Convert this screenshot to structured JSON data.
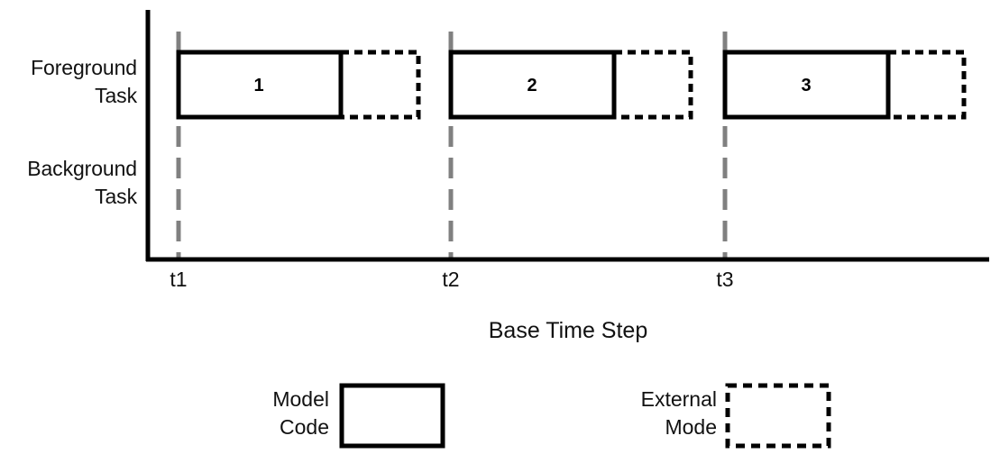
{
  "figure": {
    "type": "timing-diagram",
    "title_x_axis": "Base Time Step",
    "background_color": "#ffffff",
    "stroke_color": "#000000",
    "gridline_color": "#808080"
  },
  "y_axis": {
    "rows": [
      {
        "id": "foreground",
        "label": "Foreground\nTask"
      },
      {
        "id": "background",
        "label": "Background\nTask"
      }
    ]
  },
  "x_axis": {
    "title": "Base Time Step",
    "ticks": [
      {
        "id": "t1",
        "label": "t1",
        "x": 198
      },
      {
        "id": "t2",
        "label": "t2",
        "x": 500
      },
      {
        "id": "t3",
        "label": "t3",
        "x": 804
      }
    ]
  },
  "tasks": [
    {
      "id": "task-1",
      "row": "foreground",
      "number": "1",
      "model_code": {
        "start": 198,
        "end": 378
      },
      "external_mode": {
        "start": 378,
        "end": 464
      }
    },
    {
      "id": "task-2",
      "row": "foreground",
      "number": "2",
      "model_code": {
        "start": 500,
        "end": 681
      },
      "external_mode": {
        "start": 681,
        "end": 766
      }
    },
    {
      "id": "task-3",
      "row": "foreground",
      "number": "3",
      "model_code": {
        "start": 804,
        "end": 985
      },
      "external_mode": {
        "start": 985,
        "end": 1069
      }
    }
  ],
  "legend": {
    "items": [
      {
        "id": "model-code",
        "label": "Model\nCode",
        "style": "solid"
      },
      {
        "id": "external-mode",
        "label": "External\nMode",
        "style": "dashed"
      }
    ]
  },
  "chart_data": {
    "type": "bar",
    "title": "",
    "xlabel": "Base Time Step",
    "ylabel": "",
    "categories": [
      "t1",
      "t2",
      "t3"
    ],
    "series": [
      {
        "name": "Model Code",
        "values": [
          180,
          181,
          181
        ]
      },
      {
        "name": "External Mode",
        "values": [
          86,
          85,
          84
        ]
      }
    ],
    "rows": [
      "Foreground Task",
      "Background Task"
    ],
    "annotations": [
      "1",
      "2",
      "3"
    ],
    "legend_position": "bottom",
    "grid": true
  }
}
